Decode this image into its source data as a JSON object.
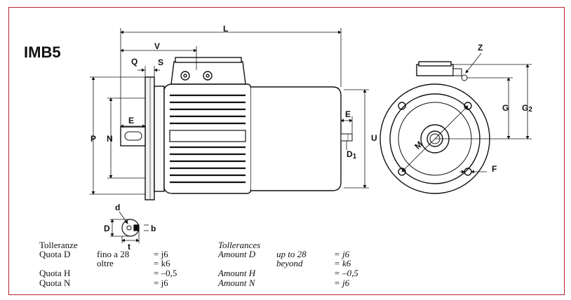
{
  "title": "IMB5",
  "dims": {
    "L": "L",
    "V": "V",
    "Q": "Q",
    "S": "S",
    "E_flange": "E",
    "P": "P",
    "N": "N",
    "E_shaft": "E",
    "U": "U",
    "D1": "D",
    "D1_sub": "1",
    "Z": "Z",
    "G": "G",
    "G2": "G",
    "G2_sub": "2",
    "M": "M",
    "F": "F",
    "d": "d",
    "D": "D",
    "b": "b",
    "t": "t"
  },
  "tolerances_it": {
    "heading": "Tolleranze",
    "rows": [
      {
        "label": "Quota D",
        "range": "fino a 28",
        "value": "= j6"
      },
      {
        "label": "",
        "range": "oltre",
        "value": "= k6"
      },
      {
        "label": "Quota H",
        "range": "",
        "value": "= –0,5"
      },
      {
        "label": "Quota N",
        "range": "",
        "value": "= j6"
      }
    ]
  },
  "tolerances_en": {
    "heading": "Tollerances",
    "rows": [
      {
        "label": "Amount D",
        "range": "up to 28",
        "value": "= j6"
      },
      {
        "label": "",
        "range": "beyond",
        "value": "= k6"
      },
      {
        "label": "Amount H",
        "range": "",
        "value": "= –0,5"
      },
      {
        "label": "Amount N",
        "range": "",
        "value": "= j6"
      }
    ]
  }
}
